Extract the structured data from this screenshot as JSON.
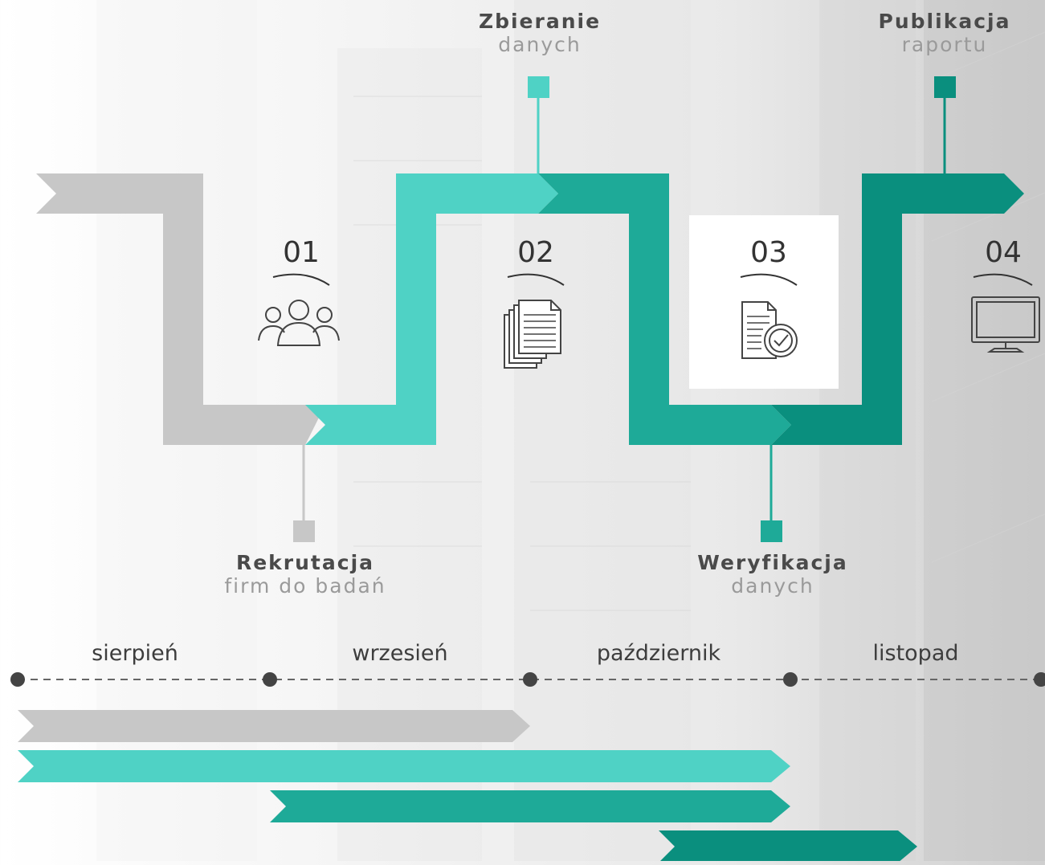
{
  "colors": {
    "gray": "#c7c7c7",
    "teal_light": "#4fd2c5",
    "teal_mid": "#1eaa98",
    "teal_dark": "#0a8f7e",
    "label_dark": "#4a4a4a",
    "label_light": "#9a9a9a"
  },
  "steps": [
    {
      "number": "01",
      "title": "Rekrutacja",
      "subtitle": "firm do badań",
      "icon": "people-icon"
    },
    {
      "number": "02",
      "title": "Zbieranie",
      "subtitle": "danych",
      "icon": "documents-icon"
    },
    {
      "number": "03",
      "title": "Weryfikacja",
      "subtitle": "danych",
      "icon": "verified-document-icon"
    },
    {
      "number": "04",
      "title": "Publikacja",
      "subtitle": "raportu",
      "icon": "monitor-icon"
    }
  ],
  "timeline": {
    "months": [
      "sierpień",
      "wrzesień",
      "październik",
      "listopad"
    ]
  }
}
